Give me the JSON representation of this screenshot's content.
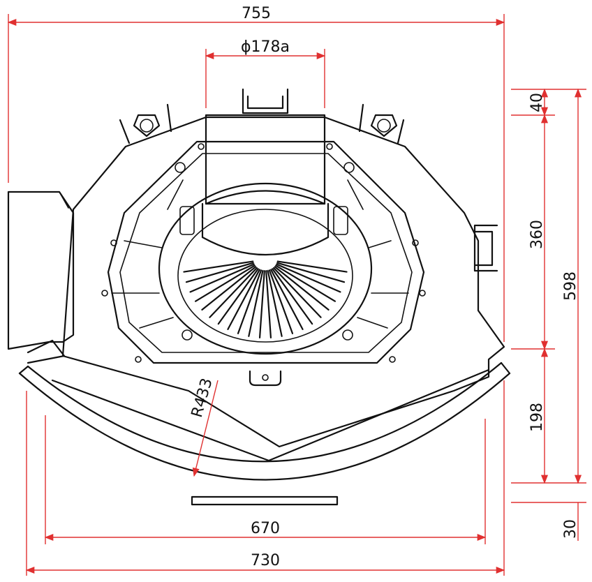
{
  "colors": {
    "outline": "#111111",
    "dimension": "#e03030",
    "background": "#ffffff"
  },
  "dimensions": {
    "overall_width": "755",
    "outlet_diameter": "ϕ178a",
    "top_offset": "40",
    "body_height": "360",
    "total_height": "598",
    "guard_height": "198",
    "base_height": "30",
    "guard_radius": "R433",
    "inner_width": "670",
    "guard_width": "730"
  }
}
